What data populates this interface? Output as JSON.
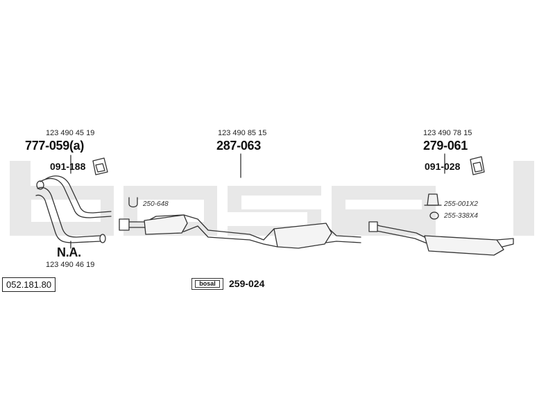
{
  "watermark": {
    "text": "bosal",
    "color": "#e6e6e6"
  },
  "catalog_ref": "052.181.80",
  "parts": [
    {
      "oe": "123 490 45 19",
      "code": "777-059(a)",
      "bracket": "091-188"
    },
    {
      "oe": "123 490 85 15",
      "code": "287-063"
    },
    {
      "oe": "123 490 78 15",
      "code": "279-061",
      "bracket": "091-028"
    },
    {
      "oe": "123 490 46 19",
      "code": "N.A."
    }
  ],
  "accessories": [
    {
      "code": "250-648"
    },
    {
      "code": "255-001X2"
    },
    {
      "code": "255-338X4"
    }
  ],
  "kit": {
    "logo": "bosal",
    "code": "259-024"
  }
}
